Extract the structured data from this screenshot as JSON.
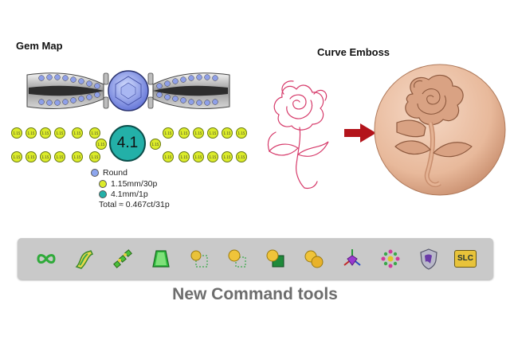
{
  "gem_map": {
    "title": "Gem Map",
    "center_stone_label": "4.1",
    "small_gem_label": "1.15",
    "legend": {
      "shape": "Round",
      "small": "1.15mm/30p",
      "large": "4.1mm/1p",
      "total": "Total ≈ 0.467ct/31p"
    }
  },
  "curve_emboss": {
    "title": "Curve Emboss"
  },
  "toolbar": {
    "tools": [
      {
        "icon": "infinity-curve-icon"
      },
      {
        "icon": "curved-gem-rail-icon"
      },
      {
        "icon": "gem-chain-icon"
      },
      {
        "icon": "green-taper-icon"
      },
      {
        "icon": "sphere-in-box-icon"
      },
      {
        "icon": "sphere-box-offset-icon"
      },
      {
        "icon": "gold-sphere-green-cube-icon"
      },
      {
        "icon": "double-gold-sphere-icon"
      },
      {
        "icon": "gem-setting-axes-icon"
      },
      {
        "icon": "flower-cluster-icon"
      },
      {
        "icon": "shield-crest-icon"
      },
      {
        "icon": "slc-file-icon"
      }
    ],
    "slc_label": "SLC"
  },
  "footer": {
    "title": "New Command tools"
  },
  "colors": {
    "small_gem": "#dbeb2a",
    "center_gem": "#23b0a8",
    "arrow": "#b3141b",
    "emboss_disc": "#ecc1a6",
    "toolbar_bg": "#c9c9c9",
    "footer_text": "#6d6d6d"
  }
}
